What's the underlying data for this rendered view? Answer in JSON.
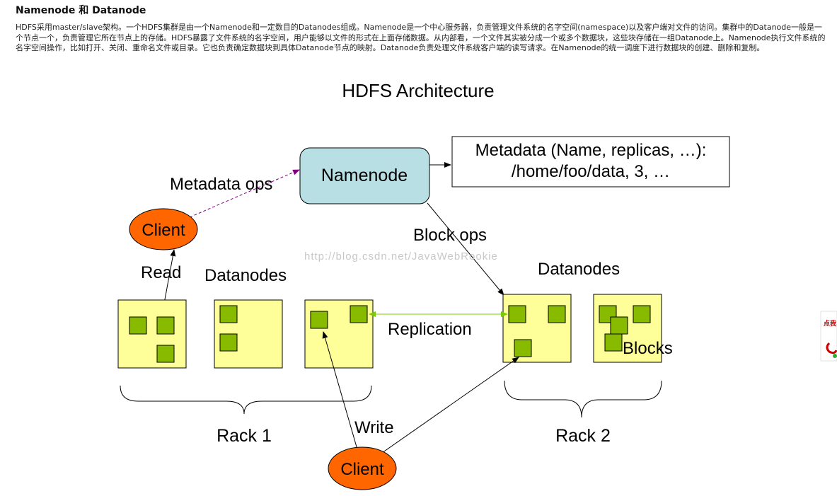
{
  "article": {
    "heading": "Namenode 和 Datanode",
    "intro": "HDFS采用master/slave架构。一个HDFS集群是由一个Namenode和一定数目的Datanodes组成。Namenode是一个中心服务器，负责管理文件系统的名字空间(namespace)以及客户端对文件的访问。集群中的Datanode一般是一个节点一个，负责管理它所在节点上的存储。HDFS暴露了文件系统的名字空间，用户能够以文件的形式在上面存储数据。从内部看，一个文件其实被分成一个或多个数据块，这些块存储在一组Datanode上。Namenode执行文件系统的名字空间操作，比如打开、关闭、重命名文件或目录。它也负责确定数据块到具体Datanode节点的映射。Datanode负责处理文件系统客户端的读写请求。在Namenode的统一调度下进行数据块的创建、删除和复制。"
  },
  "diagram": {
    "title": "HDFS Architecture",
    "namenode": "Namenode",
    "metadata_line1": "Metadata (Name, replicas, …):",
    "metadata_line2": "/home/foo/data, 3, …",
    "metadata_ops": "Metadata ops",
    "block_ops": "Block ops",
    "client_read": "Client",
    "client_write": "Client",
    "read": "Read",
    "write": "Write",
    "datanodes_left": "Datanodes",
    "datanodes_right": "Datanodes",
    "replication": "Replication",
    "blocks": "Blocks",
    "rack1": "Rack 1",
    "rack2": "Rack 2",
    "watermark": "http://blog.csdn.net/JavaWebRookie",
    "side_badge": "点我",
    "colors": {
      "namenode_fill": "#b8dfe3",
      "client_fill": "#ff6600",
      "datanode_fill": "#ffff99",
      "block_fill": "#88bb00",
      "metadata_ops_arrow": "#800080",
      "replication_arrow": "#77cc00"
    }
  }
}
